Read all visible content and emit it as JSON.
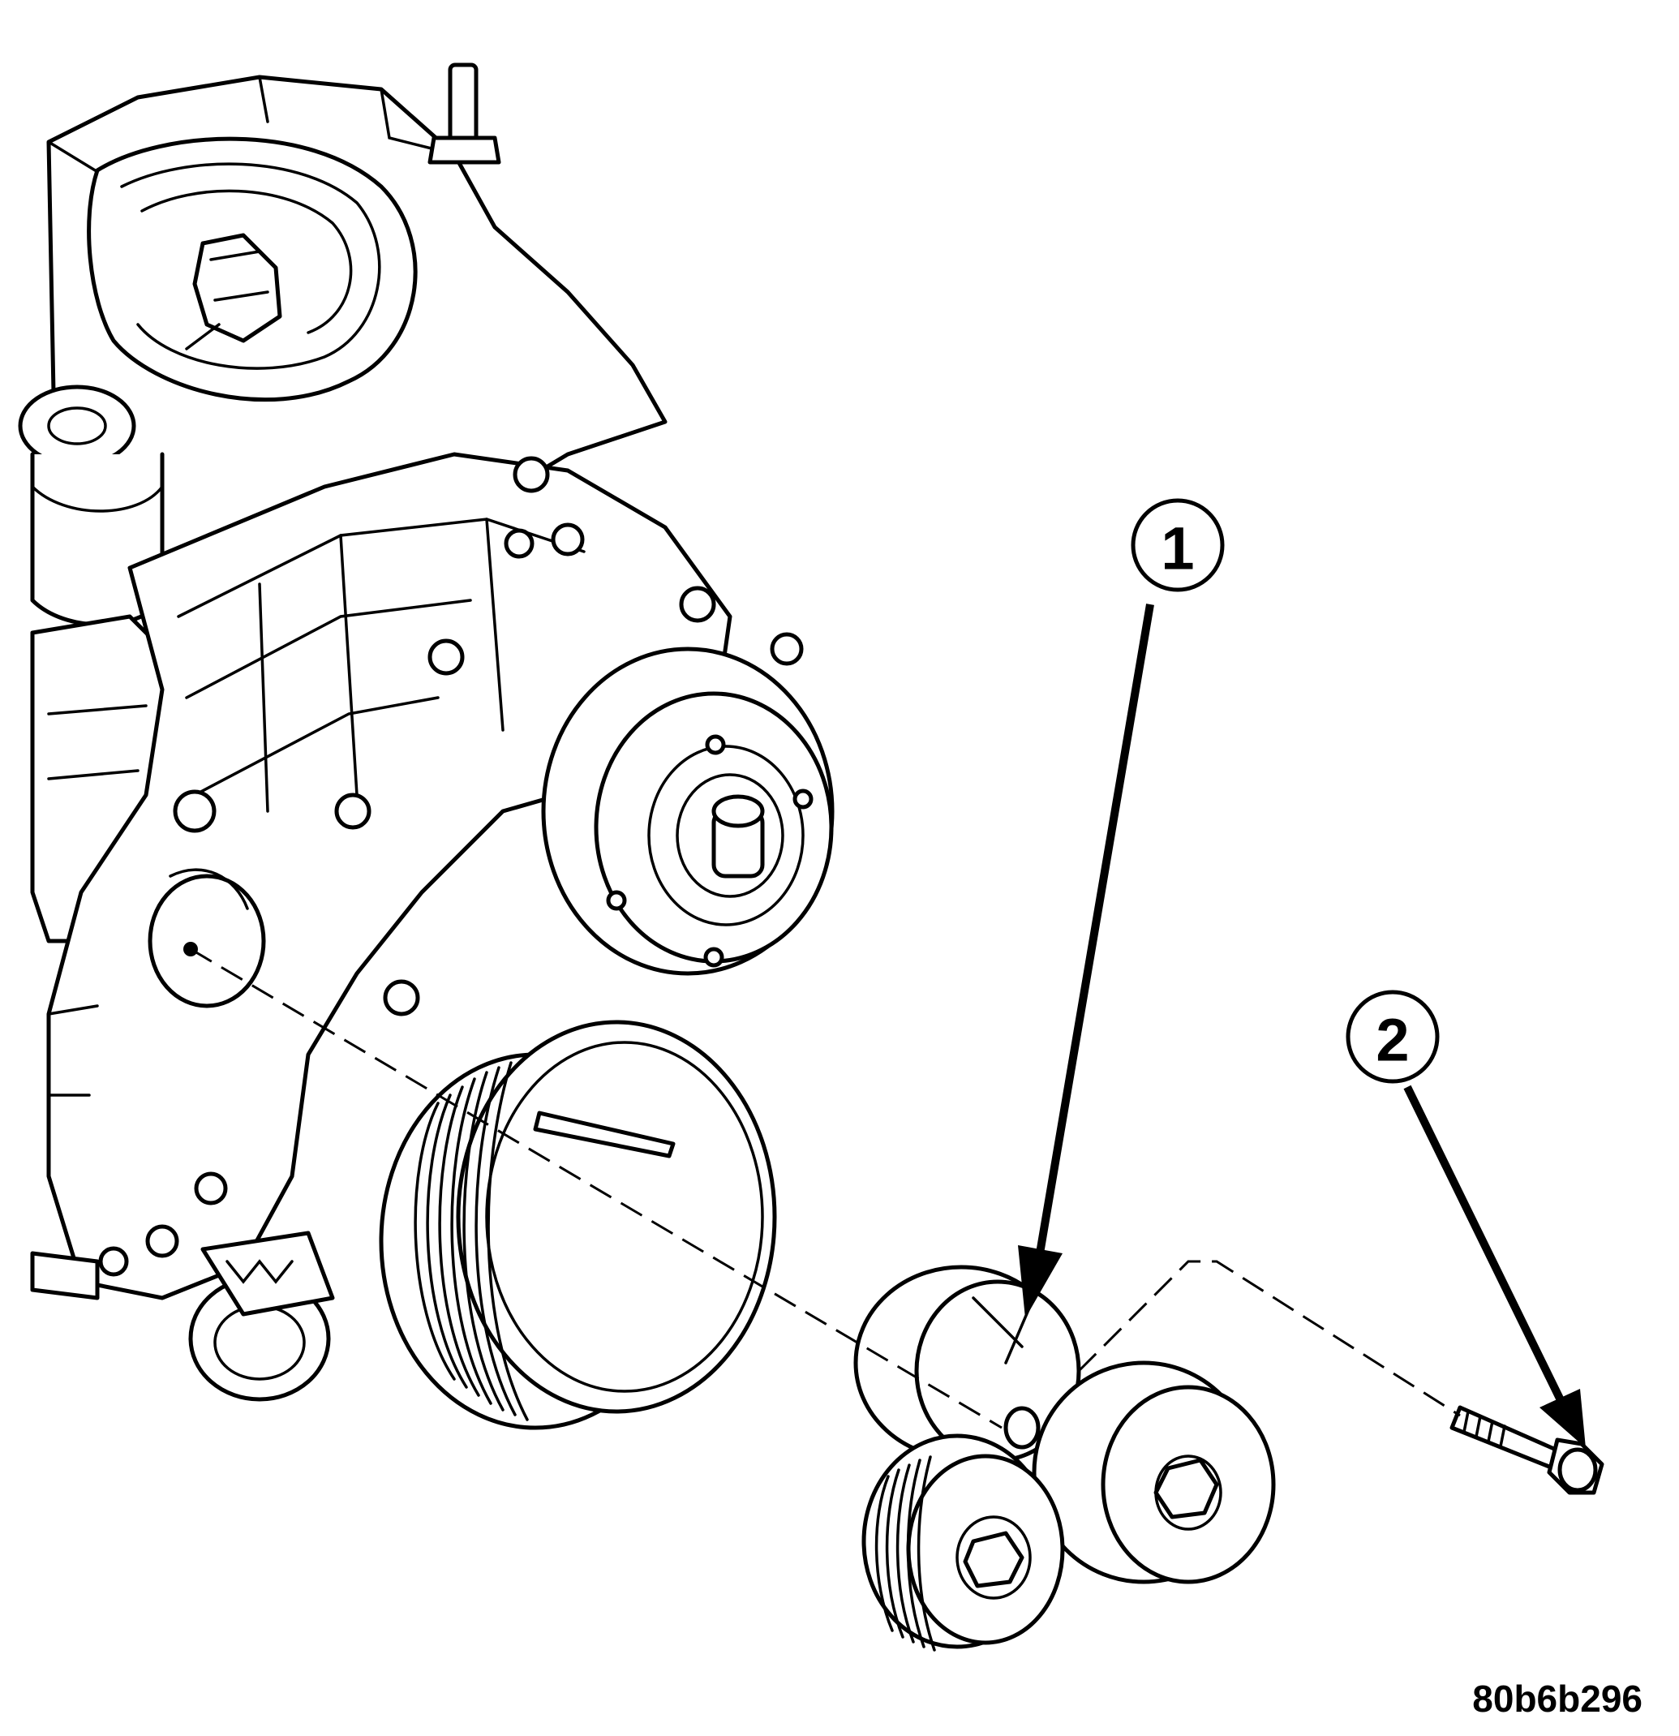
{
  "callouts": [
    {
      "label": "1"
    },
    {
      "label": "2"
    }
  ],
  "figure_id": "80b6b296",
  "colors": {
    "line": "#000000",
    "background": "#ffffff"
  }
}
